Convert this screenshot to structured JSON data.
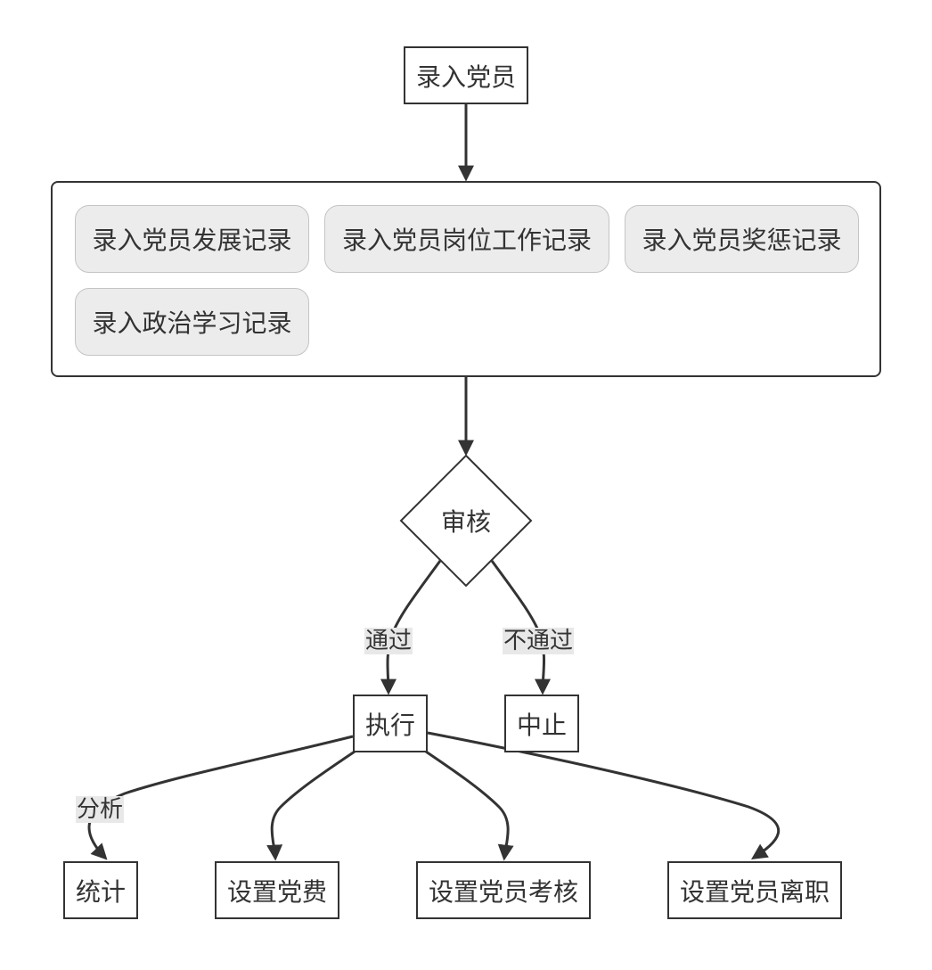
{
  "nodes": {
    "start": "录入党员",
    "review": "审核",
    "execute": "执行",
    "abort": "中止",
    "stats": "统计",
    "set_fee": "设置党费",
    "set_assessment": "设置党员考核",
    "set_leave": "设置党员离职"
  },
  "group": {
    "items": [
      "录入党员发展记录",
      "录入党员岗位工作记录",
      "录入党员奖惩记录",
      "录入政治学习记录"
    ]
  },
  "edge_labels": {
    "pass": "通过",
    "fail": "不通过",
    "analyze": "分析"
  },
  "colors": {
    "stroke": "#333333",
    "pill_fill": "#ececec",
    "label_bg": "#e8e8e8"
  }
}
